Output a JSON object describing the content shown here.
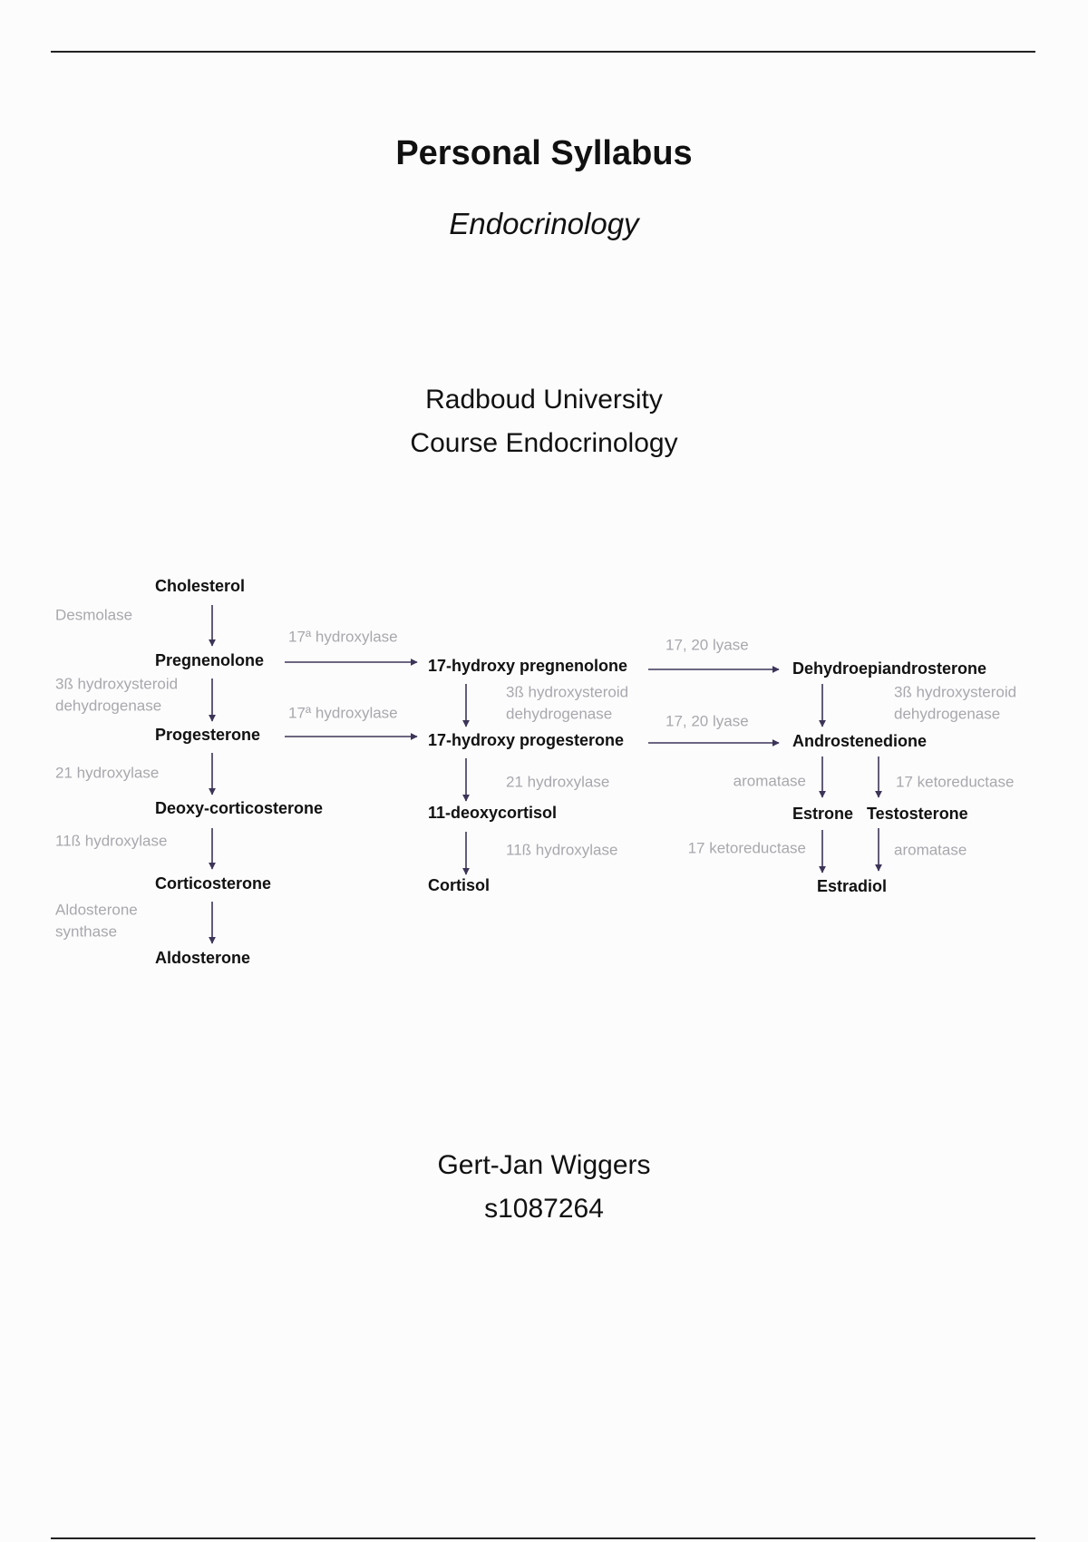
{
  "header": {
    "title": "Personal Syllabus",
    "subtitle": "Endocrinology"
  },
  "institution": {
    "university": "Radboud University",
    "course": "Course Endocrinology"
  },
  "author": {
    "name": "Gert-Jan Wiggers",
    "student_number": "s1087264"
  },
  "diagram": {
    "arrow_color": "#3d3558",
    "compounds": {
      "cholesterol": "Cholesterol",
      "pregnenolone": "Pregnenolone",
      "progesterone": "Progesterone",
      "deoxycorticosterone": "Deoxy-corticosterone",
      "corticosterone": "Corticosterone",
      "aldosterone": "Aldosterone",
      "hydroxy_pregnenolone": "17-hydroxy pregnenolone",
      "hydroxy_progesterone": "17-hydroxy progesterone",
      "deoxycortisol": "11-deoxycortisol",
      "cortisol": "Cortisol",
      "dhea": "Dehydroepiandrosterone",
      "androstenedione": "Androstenedione",
      "estrone": "Estrone",
      "testosterone": "Testosterone",
      "estradiol": "Estradiol"
    },
    "enzymes": {
      "desmolase": "Desmolase",
      "hsd_line1": "3ß hydroxysteroid",
      "hsd_line2": "dehydrogenase",
      "hydroxylase_21": "21 hydroxylase",
      "hydroxylase_11b": "11ß hydroxylase",
      "aldo_synthase_line1": "Aldosterone",
      "aldo_synthase_line2": "synthase",
      "hydroxylase_17a": "17ª hydroxylase",
      "lyase": "17, 20 lyase",
      "aromatase": "aromatase",
      "ketoreductase": "17 ketoreductase"
    }
  }
}
